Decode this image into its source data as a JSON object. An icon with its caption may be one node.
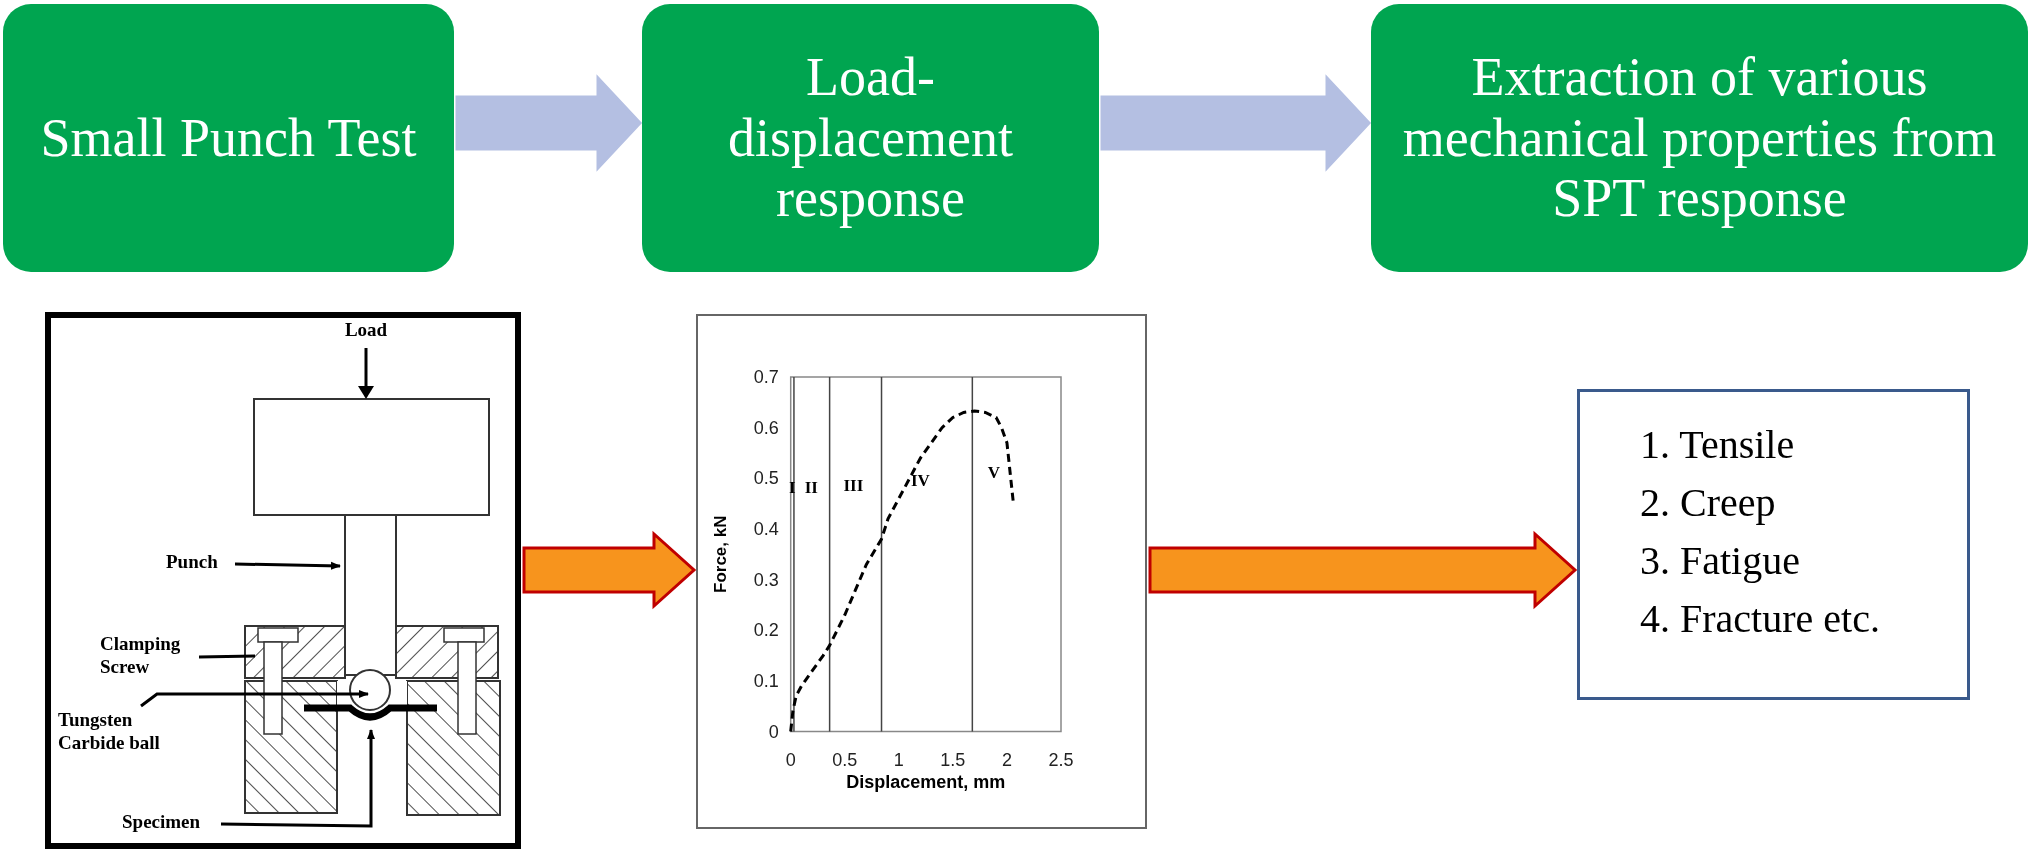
{
  "diagram": {
    "nodes": [
      {
        "text": [
          "Small Punch Test"
        ]
      },
      {
        "text": [
          "Load-displacement response"
        ]
      },
      {
        "text": [
          "Extraction of various mechanical properties from SPT response"
        ]
      },
      {
        "text": [],
        "shape": "box"
      },
      {
        "text": [
          "Punch"
        ],
        "in": 3
      },
      {
        "text": [
          "Clamping Screw"
        ],
        "in": 3
      },
      {
        "text": [
          "Tungsten Carbide ball"
        ],
        "in": 3
      },
      {
        "text": [
          "Specimen"
        ],
        "in": 3
      },
      {
        "text": [],
        "shape": "box"
      },
      {
        "text": [
          "1. Tensile",
          "2. Creep",
          "3. Fatigue",
          "4. Fracture etc."
        ]
      }
    ],
    "edges": [
      {
        "from": 0,
        "to": 1,
        "arrow": "to",
        "style": "thick",
        "color": "#b4bfe2"
      },
      {
        "from": 1,
        "to": 2,
        "arrow": "to",
        "style": "thick",
        "color": "#b4bfe2"
      },
      {
        "from": 3,
        "to": 8,
        "arrow": "to",
        "style": "thick",
        "color": "#f7941d"
      },
      {
        "from": 8,
        "to": 9,
        "arrow": "to",
        "style": "thick",
        "color": "#f7941d"
      },
      {
        "from": 4,
        "to": null,
        "arrow": "to"
      },
      {
        "from": 5,
        "to": null,
        "arrow": "none"
      },
      {
        "from": 6,
        "to": null,
        "arrow": "to"
      },
      {
        "from": 7,
        "to": null,
        "arrow": "to"
      }
    ],
    "labels": [
      "Load"
    ],
    "chart_data": {
      "type": "line",
      "xlabel": "Displacement, mm",
      "ylabel": "Force, kN",
      "xlim": [
        0,
        2.5
      ],
      "ylim": [
        0,
        0.7
      ],
      "xticks": [
        0,
        0.5,
        1,
        1.5,
        2,
        2.5
      ],
      "yticks": [
        0,
        0.1,
        0.2,
        0.3,
        0.4,
        0.5,
        0.6,
        0.7
      ],
      "x": [
        0,
        0.02,
        0.05,
        0.1,
        0.2,
        0.3,
        0.36,
        0.5,
        0.6,
        0.7,
        0.84,
        0.9,
        1.0,
        1.1,
        1.2,
        1.3,
        1.4,
        1.5,
        1.6,
        1.7,
        1.8,
        1.9,
        1.95,
        2.0,
        2.03,
        2.06
      ],
      "series": [
        {
          "color": "#000000",
          "line_style": "dashed",
          "values": [
            0,
            0.04,
            0.07,
            0.09,
            0.12,
            0.15,
            0.17,
            0.23,
            0.28,
            0.33,
            0.38,
            0.42,
            0.46,
            0.5,
            0.54,
            0.57,
            0.6,
            0.62,
            0.63,
            0.633,
            0.63,
            0.62,
            0.6,
            0.57,
            0.51,
            0.45
          ]
        }
      ],
      "ref_lines": [
        {
          "axis": "x",
          "value": 0.03
        },
        {
          "axis": "x",
          "value": 0.36
        },
        {
          "axis": "x",
          "value": 0.84
        },
        {
          "axis": "x",
          "value": 1.68
        }
      ],
      "annotations": [
        "I",
        "II",
        "III",
        "IV",
        "V"
      ]
    }
  }
}
